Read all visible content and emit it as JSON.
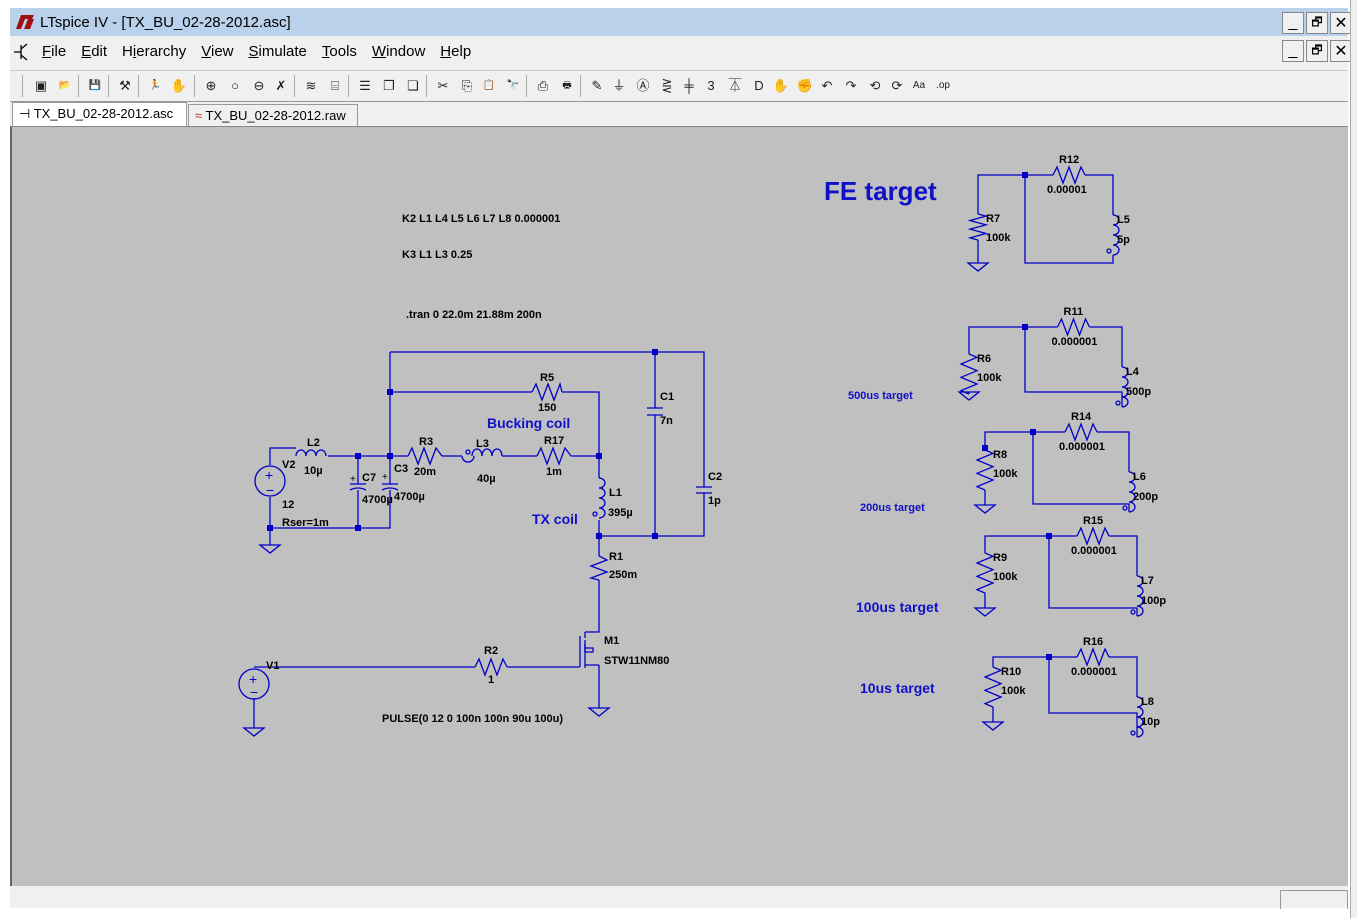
{
  "window": {
    "title": "LTspice IV - [TX_BU_02-28-2012.asc]",
    "controls": {
      "minimize": "_",
      "restore": "🗗",
      "close": "✕"
    }
  },
  "menu": {
    "items": [
      {
        "label": "File",
        "accel": "F"
      },
      {
        "label": "Edit",
        "accel": "E"
      },
      {
        "label": "Hierarchy",
        "accel": "i"
      },
      {
        "label": "View",
        "accel": "V"
      },
      {
        "label": "Simulate",
        "accel": "S"
      },
      {
        "label": "Tools",
        "accel": "T"
      },
      {
        "label": "Window",
        "accel": "W"
      },
      {
        "label": "Help",
        "accel": "H"
      }
    ]
  },
  "toolbar": {
    "buttons": [
      {
        "name": "new-schematic-icon",
        "glyph": "▣"
      },
      {
        "name": "open-icon",
        "glyph": "📂"
      },
      {
        "name": "save-icon",
        "glyph": "💾"
      },
      {
        "name": "control-panel-icon",
        "glyph": "⚒"
      },
      {
        "name": "run-icon",
        "glyph": "🏃"
      },
      {
        "name": "halt-icon",
        "glyph": "✋"
      },
      {
        "name": "zoom-in-icon",
        "glyph": "⊕"
      },
      {
        "name": "zoom-area-icon",
        "glyph": "○"
      },
      {
        "name": "zoom-out-icon",
        "glyph": "⊖"
      },
      {
        "name": "zoom-fit-icon",
        "glyph": "✗"
      },
      {
        "name": "autorange-icon",
        "glyph": "≋"
      },
      {
        "name": "waveform-icon",
        "glyph": "⌸"
      },
      {
        "name": "tile-horizontal-icon",
        "glyph": "☰"
      },
      {
        "name": "cascade-icon",
        "glyph": "❐"
      },
      {
        "name": "arrange-icon",
        "glyph": "❏"
      },
      {
        "name": "cut-icon",
        "glyph": "✂"
      },
      {
        "name": "copy-icon",
        "glyph": "⎘"
      },
      {
        "name": "paste-icon",
        "glyph": "📋"
      },
      {
        "name": "find-icon",
        "glyph": "🔭"
      },
      {
        "name": "print-preview-icon",
        "glyph": "⎙"
      },
      {
        "name": "print-icon",
        "glyph": "🖶"
      },
      {
        "name": "draw-wire-icon",
        "glyph": "✎"
      },
      {
        "name": "ground-icon",
        "glyph": "⏚"
      },
      {
        "name": "label-net-icon",
        "glyph": "Ⓐ"
      },
      {
        "name": "resistor-icon",
        "glyph": "⋛"
      },
      {
        "name": "capacitor-icon",
        "glyph": "╪"
      },
      {
        "name": "inductor-icon",
        "glyph": "3"
      },
      {
        "name": "diode-icon",
        "glyph": "⏄"
      },
      {
        "name": "component-icon",
        "glyph": "D"
      },
      {
        "name": "move-icon",
        "glyph": "✋"
      },
      {
        "name": "drag-icon",
        "glyph": "✊"
      },
      {
        "name": "undo-icon",
        "glyph": "↶"
      },
      {
        "name": "redo-icon",
        "glyph": "↷"
      },
      {
        "name": "rotate-icon",
        "glyph": "⟲"
      },
      {
        "name": "mirror-icon",
        "glyph": "⟳"
      },
      {
        "name": "text-icon",
        "glyph": "Aa"
      },
      {
        "name": "spice-directive-icon",
        "glyph": ".op"
      }
    ]
  },
  "tabs": [
    {
      "label": "TX_BU_02-28-2012.asc",
      "active": true
    },
    {
      "label": "TX_BU_02-28-2012.raw",
      "active": false
    }
  ],
  "schematic": {
    "directives": {
      "k2": "K2 L1 L4 L5 L6 L7 L8  0.000001",
      "k3": "K3 L1 L3 0.25",
      "tran": ".tran 0 22.0m 21.88m 200n"
    },
    "labels": {
      "bucking_coil": "Bucking coil",
      "tx_coil": "TX coil",
      "fe_target": "FE target",
      "t500": "500us target",
      "t200": "200us target",
      "t100": "100us target",
      "t10": "10us target"
    },
    "components": {
      "V2": {
        "name": "V2",
        "value": "12",
        "extra": "Rser=1m"
      },
      "L2": {
        "name": "L2",
        "value": "10µ"
      },
      "C7": {
        "name": "C7",
        "value": "4700µ"
      },
      "C3": {
        "name": "C3",
        "value": "4700µ"
      },
      "R3": {
        "name": "R3",
        "value": "20m"
      },
      "L3": {
        "name": "L3",
        "value": "40µ"
      },
      "R17": {
        "name": "R17",
        "value": "1m"
      },
      "R5": {
        "name": "R5",
        "value": "150"
      },
      "C1": {
        "name": "C1",
        "value": "7n"
      },
      "C2": {
        "name": "C2",
        "value": "1p"
      },
      "L1": {
        "name": "L1",
        "value": "395µ"
      },
      "R1": {
        "name": "R1",
        "value": "250m"
      },
      "M1": {
        "name": "M1",
        "value": "STW11NM80"
      },
      "R2": {
        "name": "R2",
        "value": "1"
      },
      "V1": {
        "name": "V1",
        "value": "PULSE(0 12 0 100n 100n 90u 100u)"
      },
      "R12": {
        "name": "R12",
        "value": "0.00001"
      },
      "R7": {
        "name": "R7",
        "value": "100k"
      },
      "L5": {
        "name": "L5",
        "value": "5p"
      },
      "R11": {
        "name": "R11",
        "value": "0.000001"
      },
      "R6": {
        "name": "R6",
        "value": "100k"
      },
      "L4": {
        "name": "L4",
        "value": "500p"
      },
      "R14": {
        "name": "R14",
        "value": "0.000001"
      },
      "R8": {
        "name": "R8",
        "value": "100k"
      },
      "L6": {
        "name": "L6",
        "value": "200p"
      },
      "R15": {
        "name": "R15",
        "value": "0.000001"
      },
      "R9": {
        "name": "R9",
        "value": "100k"
      },
      "L7": {
        "name": "L7",
        "value": "100p"
      },
      "R16": {
        "name": "R16",
        "value": "0.000001"
      },
      "R10": {
        "name": "R10",
        "value": "100k"
      },
      "L8": {
        "name": "L8",
        "value": "10p"
      }
    }
  },
  "colors": {
    "titlebar": "#b9d1ea",
    "canvas": "#c0c0c0",
    "wire": "#0000c8",
    "annotation": "#1010c8"
  }
}
